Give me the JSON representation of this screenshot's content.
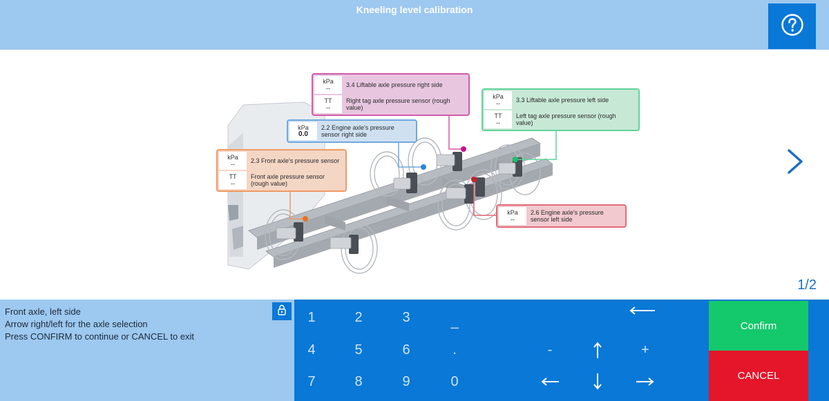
{
  "header": {
    "title": "Kneeling level calibration",
    "help_icon": "question-circle-icon"
  },
  "navigation": {
    "next_icon": "chevron-right-icon",
    "page_indicator": "1/2"
  },
  "sensors": {
    "liftable_right": {
      "color": "#d45aa8",
      "unit1": "kPa",
      "value1": "--",
      "label1": "3.4 Liftable axle pressure right side",
      "unit2": "TT",
      "value2": "--",
      "label2": "Right tag axle pressure sensor (rough value)"
    },
    "liftable_left": {
      "color": "#5fd39a",
      "unit1": "kPa",
      "value1": "--",
      "label1": "3.3 Liftable axle pressure left side",
      "unit2": "TT",
      "value2": "--",
      "label2": "Left tag axle pressure sensor (rough value)"
    },
    "engine_right": {
      "color": "#6ea8de",
      "unit1": "kPa",
      "value1": "0.0",
      "label1": "2.2 Engine axle's pressure sensor  right side"
    },
    "front_axle": {
      "color": "#f09a64",
      "unit1": "kPa",
      "value1": "--",
      "label1": "2.3 Front axle's pressure sensor",
      "unit2": "TT",
      "value2": "--",
      "label2": "Front axle pressure sensor (rough  value)"
    },
    "engine_left": {
      "color": "#e26a78",
      "unit1": "kPa",
      "value1": "--",
      "label1": "2.6 Engine axle's pressure sensor  left side"
    }
  },
  "info": {
    "line1": "Front axle, left side",
    "line2": "Arrow right/left for the axle selection",
    "line3": "Press CONFIRM to continue or CANCEL to exit",
    "lock_icon": "lock-icon"
  },
  "keypad": {
    "k1": "1",
    "k2": "2",
    "k3": "3",
    "k_underscore": "_",
    "k4": "4",
    "k5": "5",
    "k6": "6",
    "k_dot": ".",
    "k7": "7",
    "k8": "8",
    "k9": "9",
    "k0": "0",
    "k_minus": "-",
    "k_plus": "+",
    "backspace_icon": "backspace-arrow-icon",
    "up_icon": "arrow-up-icon",
    "down_icon": "arrow-down-icon",
    "left_icon": "arrow-left-icon",
    "right_icon": "arrow-right-icon"
  },
  "actions": {
    "confirm": "Confirm",
    "cancel": "CANCEL",
    "confirm_color": "#14c86c",
    "cancel_color": "#e5152a"
  }
}
